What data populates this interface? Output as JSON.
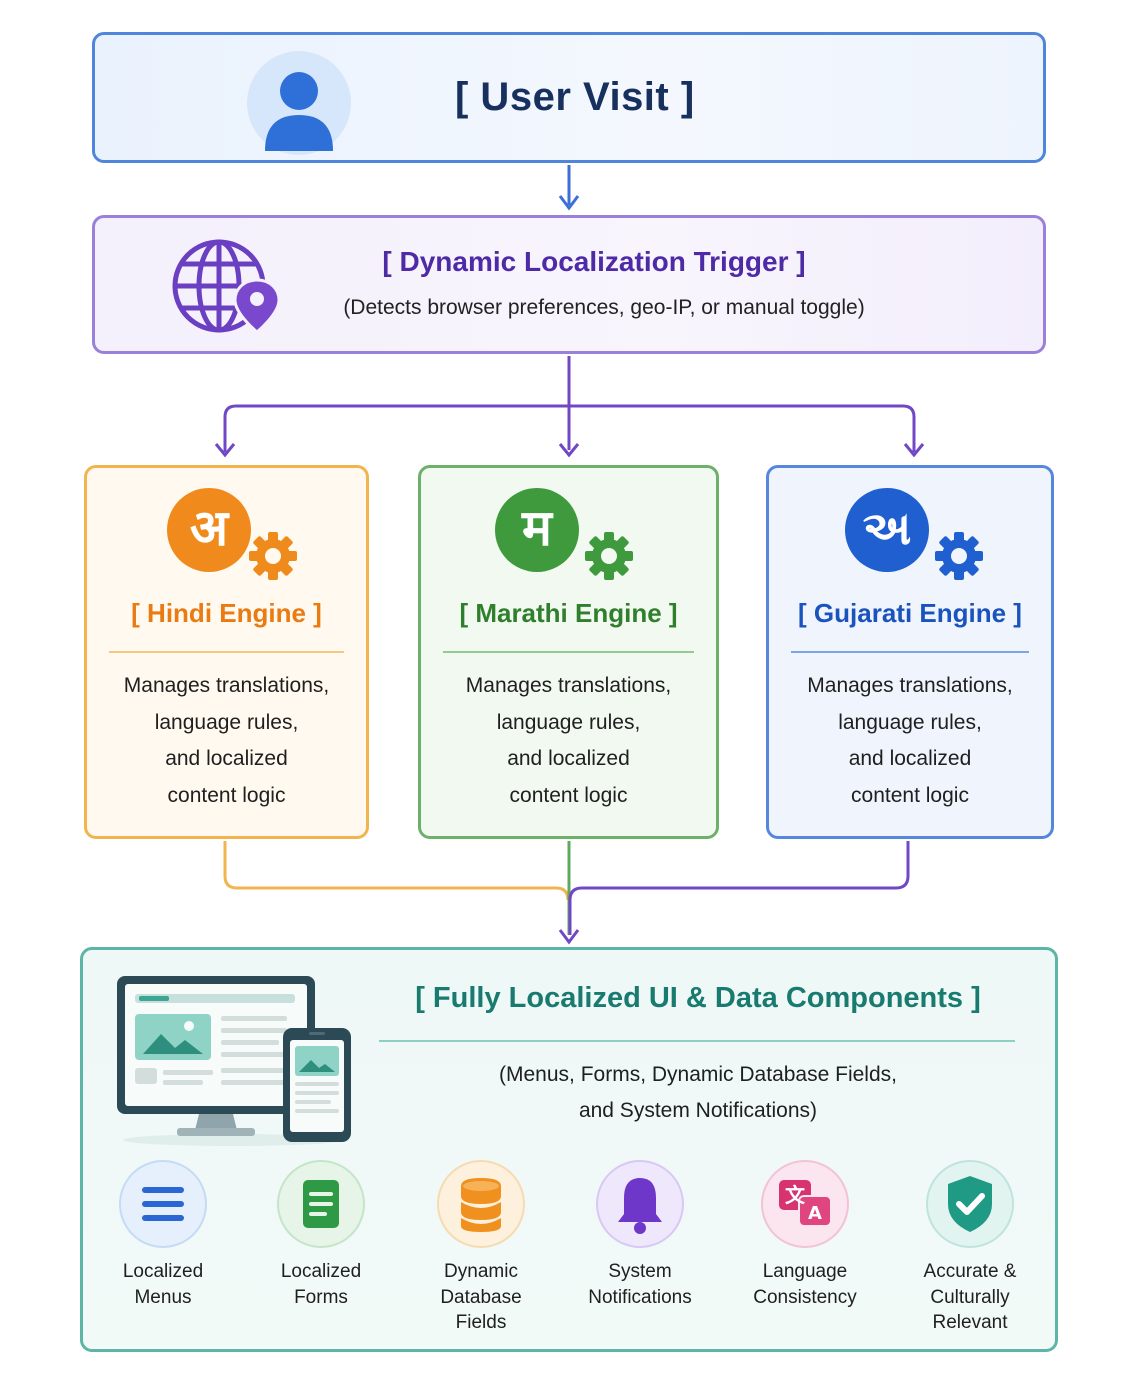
{
  "user_visit": {
    "title": "[ User Visit ]",
    "icon": "user-icon"
  },
  "trigger": {
    "title": "[ Dynamic Localization Trigger ]",
    "subtitle": "(Detects browser preferences, geo-IP, or manual toggle)",
    "icon": "globe-location-icon"
  },
  "engines": [
    {
      "glyph": "अ",
      "title": "[ Hindi Engine ]",
      "color": "#ef8a1c",
      "desc": [
        "Manages translations,",
        "language rules,",
        "and localized",
        "content logic"
      ]
    },
    {
      "glyph": "म",
      "title": "[ Marathi Engine ]",
      "color": "#3f9a3d",
      "desc": [
        "Manages translations,",
        "language rules,",
        "and localized",
        "content logic"
      ]
    },
    {
      "glyph": "અ",
      "title": "[ Gujarati Engine ]",
      "color": "#1f5fd0",
      "desc": [
        "Manages translations,",
        "language rules,",
        "and localized",
        "content logic"
      ]
    }
  ],
  "output": {
    "title": "[ Fully Localized UI & Data Components ]",
    "subtitle_line1": "(Menus, Forms, Dynamic Database Fields,",
    "subtitle_line2": "and System Notifications)",
    "components": [
      {
        "icon": "menu-icon",
        "label": [
          "Localized",
          "Menus"
        ]
      },
      {
        "icon": "form-icon",
        "label": [
          "Localized",
          "Forms"
        ]
      },
      {
        "icon": "database-icon",
        "label": [
          "Dynamic",
          "Database",
          "Fields"
        ]
      },
      {
        "icon": "bell-icon",
        "label": [
          "System",
          "Notifications"
        ]
      },
      {
        "icon": "translate-icon",
        "label": [
          "Language",
          "Consistency"
        ]
      },
      {
        "icon": "shield-check-icon",
        "label": [
          "Accurate &",
          "Culturally",
          "Relevant"
        ]
      }
    ]
  }
}
